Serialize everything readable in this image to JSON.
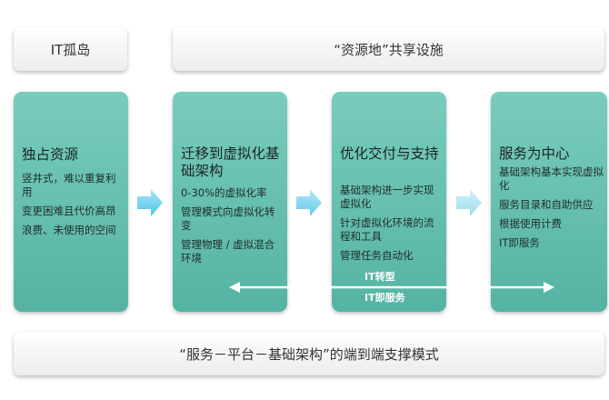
{
  "header": {
    "left_label": "IT孤岛",
    "right_label": "“资源地”共享设施"
  },
  "stages": [
    {
      "title": "独占资源",
      "items": [
        "竖井式，难以重复利用",
        "变更困难且代价高昂",
        "浪费、未使用的空间"
      ]
    },
    {
      "title": "迁移到虚拟化基础架构",
      "items": [
        "0-30%的虚拟化率",
        "管理模式向虚拟化转变",
        "管理物理 / 虚拟混合环境"
      ]
    },
    {
      "title": "优化交付与支持",
      "items": [
        "基础架构进一步实现虚拟化",
        "针对虚拟化环境的流程和工具",
        "管理任务自动化"
      ]
    },
    {
      "title": "服务为中心",
      "items": [
        "基础架构基本实现虚拟化",
        "服务目录和自助供应",
        "根据使用计费",
        "IT即服务"
      ]
    }
  ],
  "transition": {
    "label_top": "IT转型",
    "label_bottom": "IT即服务"
  },
  "footer": {
    "label": "“服务－平台－基础架构”的端到端支撑模式"
  },
  "colors": {
    "card_top": "#79ccbd",
    "card_bottom": "#55b3a3",
    "arrow": "#7fd6ee",
    "pill": "#f2f2f2"
  },
  "icons": [
    "arrow-right-icon",
    "double-headed-arrow-icon"
  ]
}
